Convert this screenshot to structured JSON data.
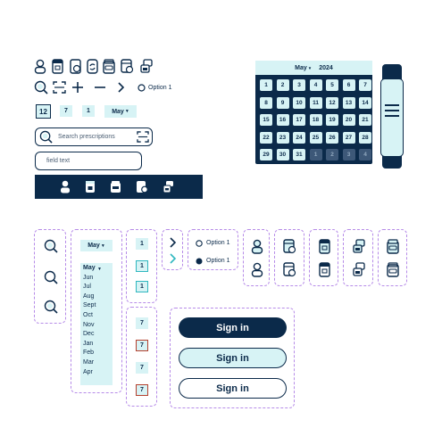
{
  "colors": {
    "navy": "#0b2a4a",
    "teal_light": "#d7f3f5",
    "teal": "#2fb7bf",
    "dashed": "#b68be8",
    "red": "#b4402e"
  },
  "icons_top": [
    "person-icon",
    "pill-bottle-icon",
    "prescription-sync-icon",
    "refill-icon",
    "medicine-box-icon",
    "calendar-pill-icon",
    "pill-swap-icon"
  ],
  "top_controls": {
    "option_label": "Option 1",
    "badge_selected": "12",
    "badge_a": "7",
    "badge_b": "1",
    "month_label": "May"
  },
  "search": {
    "placeholder": "Search prescriptions"
  },
  "text_field": {
    "value": "field text"
  },
  "toolbar": {
    "icons": [
      "person-icon",
      "pill-bottle-icon",
      "medicine-box-icon",
      "calendar-pill-icon",
      "pill-swap-icon"
    ]
  },
  "calendar": {
    "month": "May",
    "year": "2024",
    "days": [
      "1",
      "2",
      "3",
      "4",
      "5",
      "6",
      "7",
      "8",
      "9",
      "10",
      "11",
      "12",
      "13",
      "14",
      "15",
      "16",
      "17",
      "18",
      "19",
      "20",
      "21",
      "22",
      "23",
      "24",
      "25",
      "26",
      "27",
      "28",
      "29",
      "30",
      "31",
      "1",
      "2",
      "3",
      "4"
    ]
  },
  "dropdown": {
    "selected": "May",
    "options": [
      "May",
      "Jun",
      "Jul",
      "Aug",
      "Sept",
      "Oct",
      "Nov",
      "Dec",
      "Jan",
      "Feb",
      "Mar",
      "Apr"
    ]
  },
  "radio_group": {
    "option_unchecked": "Option 1",
    "option_checked": "Option 1"
  },
  "badges_col": [
    "1",
    "1",
    "1"
  ],
  "badges_col2": [
    "7",
    "7",
    "7",
    "7"
  ],
  "buttons": {
    "primary": "Sign in",
    "secondary": "Sign in",
    "outline": "Sign in"
  }
}
